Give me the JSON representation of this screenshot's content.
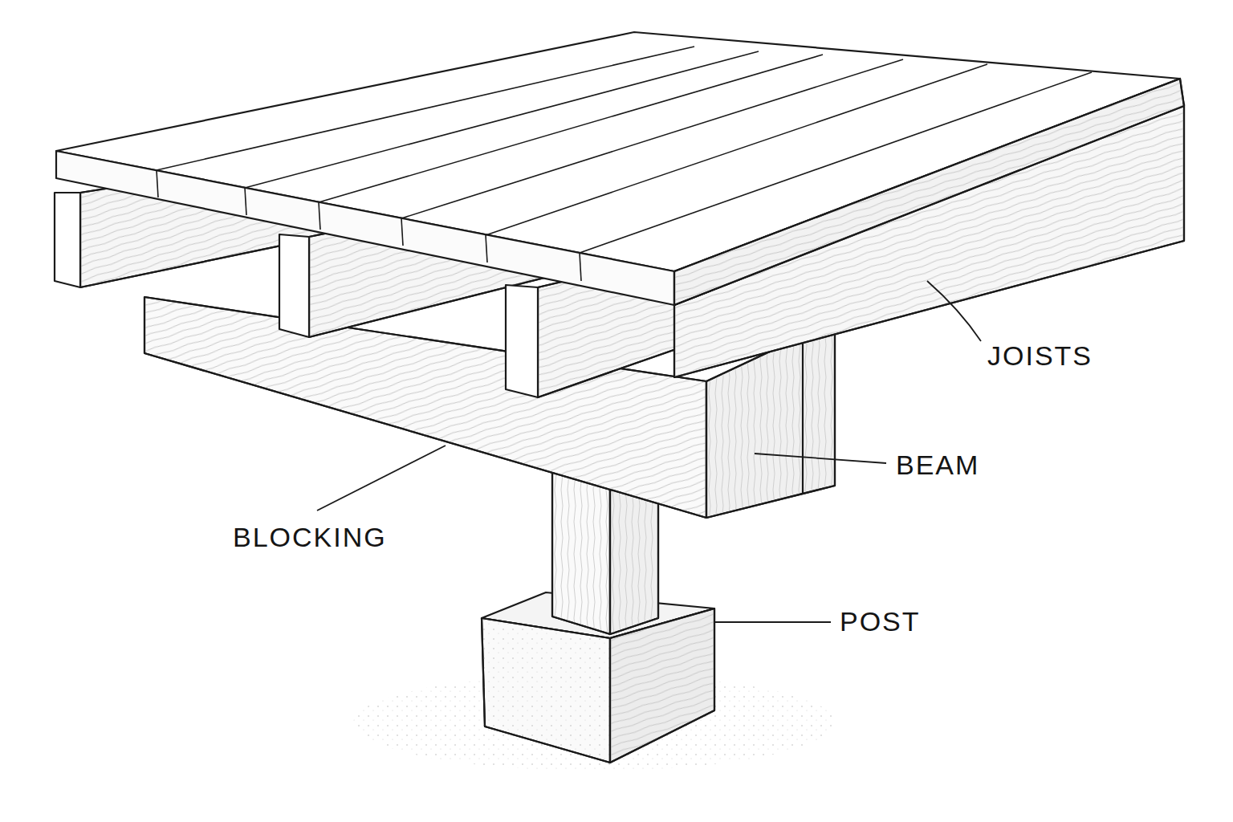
{
  "diagram": {
    "labels": [
      "JOISTS",
      "BEAM",
      "BLOCKING",
      "POST"
    ]
  }
}
